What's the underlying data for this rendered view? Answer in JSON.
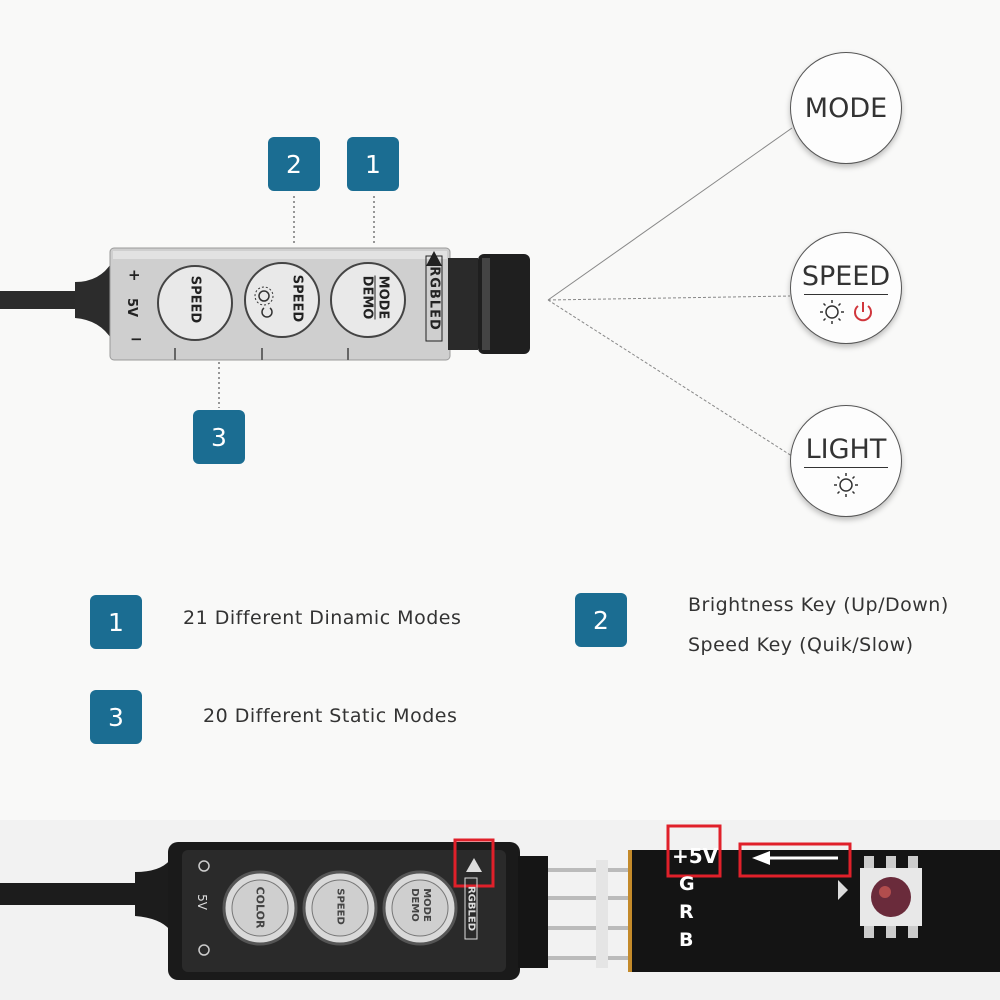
{
  "callout_badges": [
    "2",
    "1",
    "3"
  ],
  "controller_top": {
    "plus_symbol": "+",
    "voltage": "5V",
    "minus_symbol": "−",
    "speed_button": "SPEED",
    "speed_brightness_button": "SPEED",
    "mode_button_line1": "MODE",
    "mode_button_line2": "DEMO",
    "brand": "RGBLED"
  },
  "function_circles": {
    "mode": "MODE",
    "speed": "SPEED",
    "light": "LIGHT"
  },
  "legend": [
    {
      "number": "1",
      "text": "21 Different Dinamic Modes"
    },
    {
      "number": "2",
      "line1": "Brightness Key (Up/Down)",
      "line2": "Speed Key (Quik/Slow)"
    },
    {
      "number": "3",
      "text": "20 Different Static Modes"
    }
  ],
  "controller_bottom": {
    "voltage": "5V",
    "color_button": "COLOR",
    "speed_button": "SPEED",
    "mode_button_line1": "MODE",
    "mode_button_line2": "DEMO",
    "brand": "RGBLED"
  },
  "strip": {
    "pins": [
      "+5V",
      "G",
      "R",
      "B"
    ]
  },
  "colors": {
    "badge": "#1b6d92",
    "highlight_box": "#e0202a",
    "power_icon": "#d0363c"
  }
}
